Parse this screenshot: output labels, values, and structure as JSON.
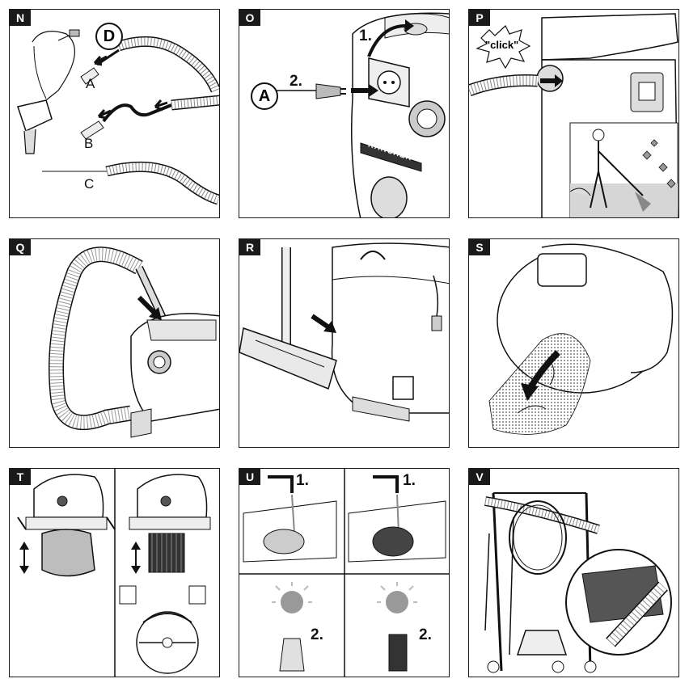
{
  "panels": {
    "N": {
      "tag": "N",
      "callout": "D",
      "labels": [
        "A",
        "B",
        "C"
      ]
    },
    "O": {
      "tag": "O",
      "step1": "1.",
      "step2": "2.",
      "callout": "A",
      "brand": "KÄRCHER"
    },
    "P": {
      "tag": "P",
      "sound": "\"click\""
    },
    "Q": {
      "tag": "Q"
    },
    "R": {
      "tag": "R"
    },
    "S": {
      "tag": "S"
    },
    "T": {
      "tag": "T"
    },
    "U": {
      "tag": "U",
      "step1a": "1.",
      "step1b": "1.",
      "step2a": "2.",
      "step2b": "2."
    },
    "V": {
      "tag": "V"
    }
  },
  "colors": {
    "line": "#1a1a1a",
    "gray": "#bdbdbd",
    "dark": "#333333"
  }
}
